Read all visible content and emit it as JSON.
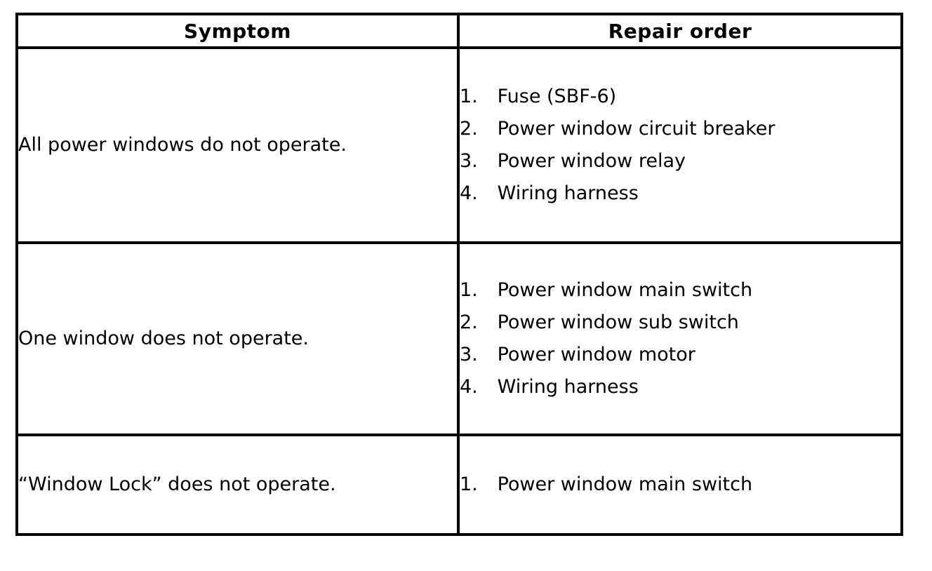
{
  "table": {
    "headers": {
      "symptom": "Symptom",
      "repair_order": "Repair order"
    },
    "rows": [
      {
        "symptom": "All power windows do not operate.",
        "repairs": [
          {
            "num": "1.",
            "text": "Fuse (SBF-6)"
          },
          {
            "num": "2.",
            "text": "Power window circuit breaker"
          },
          {
            "num": "3.",
            "text": "Power window relay"
          },
          {
            "num": "4.",
            "text": "Wiring harness"
          }
        ]
      },
      {
        "symptom": "One window does not operate.",
        "repairs": [
          {
            "num": "1.",
            "text": "Power window main switch"
          },
          {
            "num": "2.",
            "text": "Power window sub switch"
          },
          {
            "num": "3.",
            "text": "Power window motor"
          },
          {
            "num": "4.",
            "text": "Wiring harness"
          }
        ]
      },
      {
        "symptom": "“Window Lock” does not operate.",
        "repairs": [
          {
            "num": "1.",
            "text": "Power window main switch"
          }
        ]
      }
    ]
  },
  "colors": {
    "border": "#000000",
    "text": "#000000",
    "background": "#ffffff"
  }
}
